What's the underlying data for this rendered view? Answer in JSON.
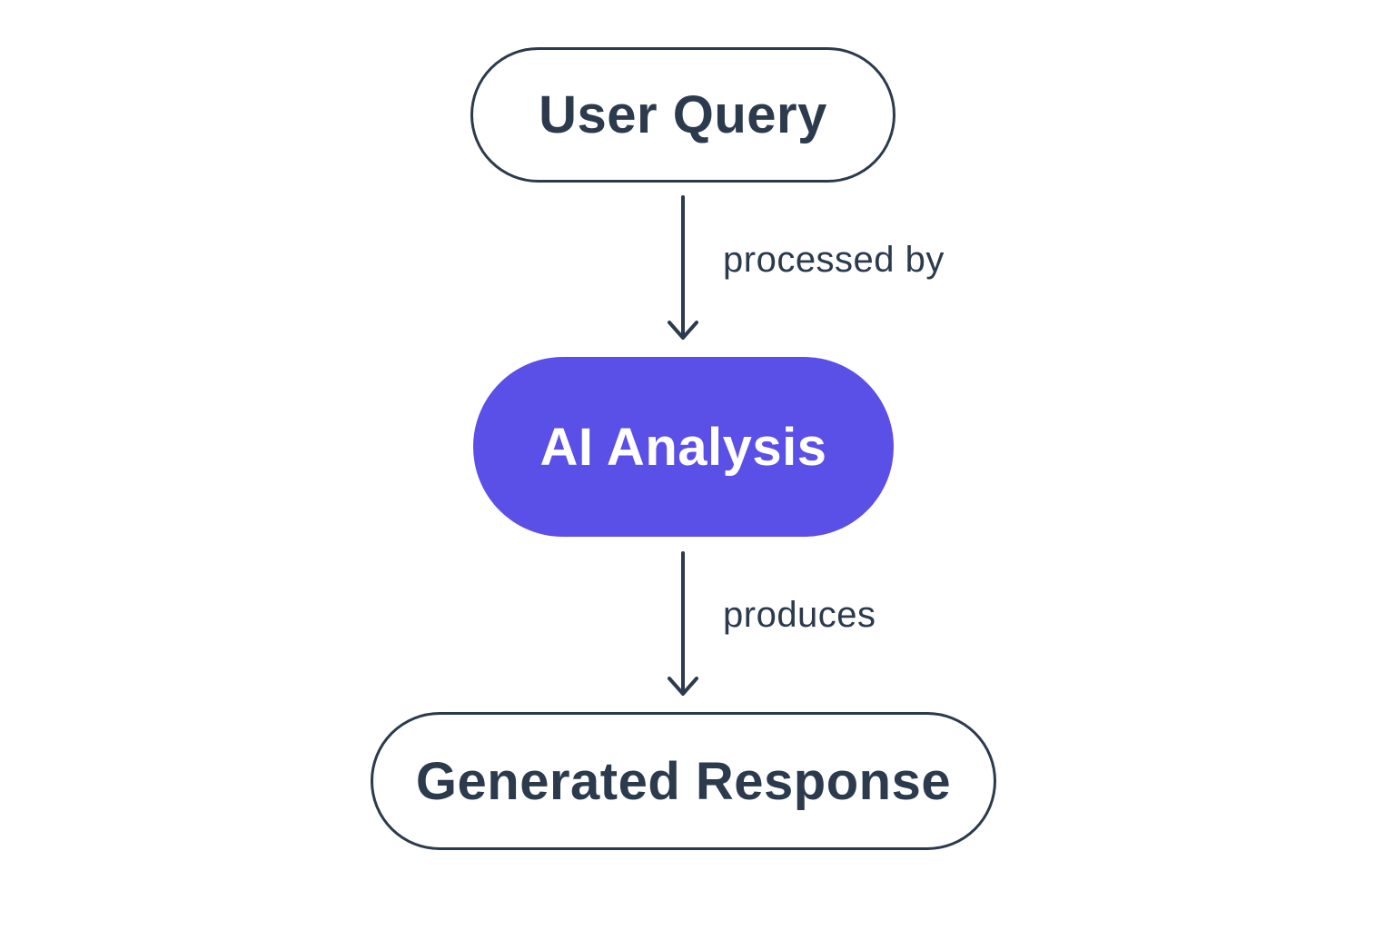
{
  "colors": {
    "stroke": "#2c3a4d",
    "accent": "#5a4fe6",
    "background": "#ffffff"
  },
  "nodes": {
    "query": "User Query",
    "analysis": "AI Analysis",
    "response": "Generated Response"
  },
  "edges": {
    "query_to_analysis": "processed by",
    "analysis_to_response": "produces"
  }
}
